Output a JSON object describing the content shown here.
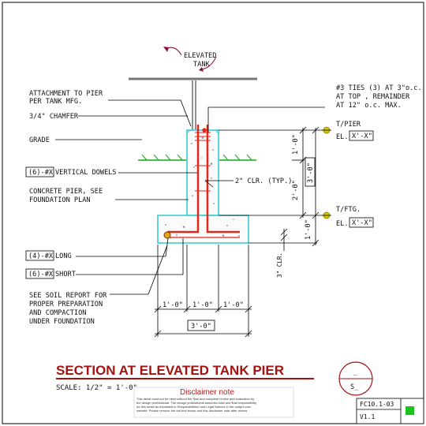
{
  "labels": {
    "elevated_tank": [
      "ELEVATED",
      "TANK"
    ],
    "attachment": [
      "ATTACHMENT TO PIER",
      "PER TANK MFG."
    ],
    "chamfer": "3/4\" CHAMFER",
    "grade": "GRADE",
    "dowels_tag": "(6)-#X",
    "dowels_text": "VERTICAL DOWELS",
    "pier": [
      "CONCRETE PIER, SEE",
      "FOUNDATION PLAN"
    ],
    "long_tag": "(4)-#X",
    "long_text": "LONG",
    "short_tag": "(6)-#X",
    "short_text": "SHORT",
    "soil": [
      "SEE SOIL REPORT FOR",
      "PROPER PREPARATION",
      "AND COMPACTION",
      "UNDER FOUNDATION"
    ],
    "ties": [
      "#3 TIES (3) AT 3\"o.c.",
      "AT TOP , REMAINDER",
      "AT 12\" o.c. MAX."
    ],
    "clr_typ": "2\" CLR. (TYP.)",
    "clr_3": "3\" CLR.",
    "tpier": "T/PIER",
    "tpier_el_prefix": "EL.",
    "tpier_el": "X'-X\"",
    "tftg": "T/FTG.",
    "tftg_el_prefix": "EL.",
    "tftg_el": "X'-X\""
  },
  "dims": {
    "pier_1": "1'-0\"",
    "pier_2": "2'-0\"",
    "pier_total": "3'-0\"",
    "ftg_depth": "1'-0\"",
    "w1": "1'-0\"",
    "w2": "1'-0\"",
    "w3": "1'-0\"",
    "w_total": "3'-0\""
  },
  "title": {
    "main": "SECTION AT ELEVATED TANK PIER",
    "scale": "SCALE: 1/2\" = 1'-0\"",
    "bubble_top": "_",
    "bubble_bottom": "S_"
  },
  "disclaimer": {
    "title": "Disclaimer note",
    "lines": [
      "This detail must not be used without the final and complete review and evaluation by",
      "the design professional. The design professional assumes total and final responsibility",
      "for this detail as explained in Responsibilities and Legal Notices in the cadpro.com",
      "website. Please remove the red text boxes and this disclaimer note after review."
    ]
  },
  "block": {
    "code": "FC10.1-03",
    "version": "V1.1"
  },
  "colors": {
    "title": "#a3120f",
    "rebar": "#e0271b",
    "ftg_outline": "#2ec9cf",
    "grade": "#12a51e",
    "leader": "#8a0e3d",
    "marker": "#d5c400",
    "status": "#1ec21e"
  }
}
